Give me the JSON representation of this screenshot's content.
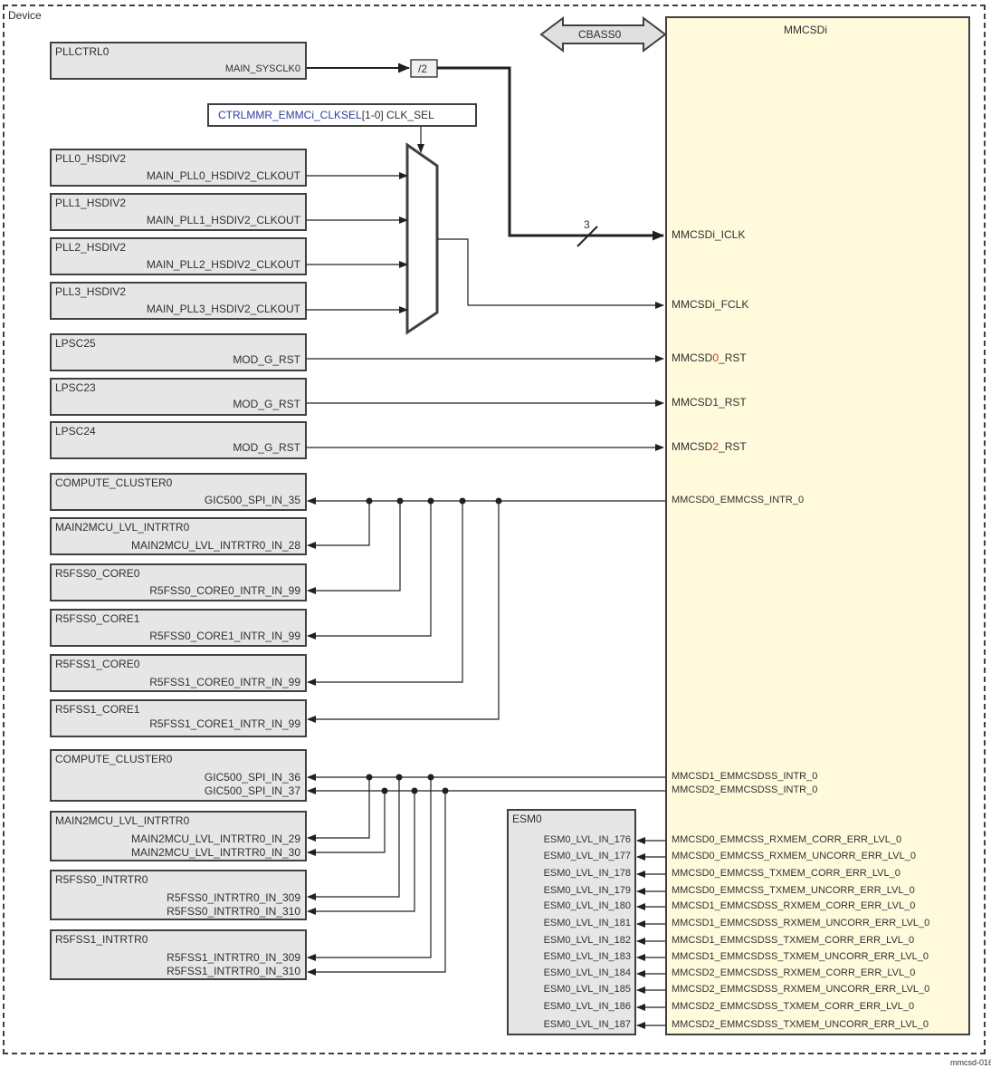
{
  "device_label": "Device",
  "footer_code": "mmcsd-016",
  "mmcsd": {
    "title": "MMCSDi"
  },
  "cbass": {
    "label": "CBASS0"
  },
  "clk_sel": {
    "reg": "CTRLMMR_EMMCi_CLKSEL",
    "bits": "[1-0] CLK_SEL"
  },
  "divider": "/2",
  "bus_width": "3",
  "pllctrl": {
    "name": "PLLCTRL0",
    "port": "MAIN_SYSCLK0"
  },
  "hsdiv": [
    {
      "name": "PLL0_HSDIV2",
      "port": "MAIN_PLL0_HSDIV2_CLKOUT"
    },
    {
      "name": "PLL1_HSDIV2",
      "port": "MAIN_PLL1_HSDIV2_CLKOUT"
    },
    {
      "name": "PLL2_HSDIV2",
      "port": "MAIN_PLL2_HSDIV2_CLKOUT"
    },
    {
      "name": "PLL3_HSDIV2",
      "port": "MAIN_PLL3_HSDIV2_CLKOUT"
    }
  ],
  "lpsc": [
    {
      "name": "LPSC25",
      "port": "MOD_G_RST"
    },
    {
      "name": "LPSC23",
      "port": "MOD_G_RST"
    },
    {
      "name": "LPSC24",
      "port": "MOD_G_RST"
    }
  ],
  "clk_inputs": {
    "iclk": "MMCSDi_ICLK",
    "fclk": "MMCSDi_FCLK"
  },
  "rst_inputs": [
    {
      "pre": "MMCSD",
      "idx": "0",
      "post": "_RST"
    },
    {
      "pre": "MMCSD",
      "idx": "1",
      "post": "_RST"
    },
    {
      "pre": "MMCSD",
      "idx": "2",
      "post": "_RST"
    }
  ],
  "group1": {
    "signal": "MMCSD0_EMMCSS_INTR_0",
    "boxes": [
      {
        "name": "COMPUTE_CLUSTER0",
        "port": "GIC500_SPI_IN_35"
      },
      {
        "name": "MAIN2MCU_LVL_INTRTR0",
        "port": "MAIN2MCU_LVL_INTRTR0_IN_28"
      },
      {
        "name": "R5FSS0_CORE0",
        "port": "R5FSS0_CORE0_INTR_IN_99"
      },
      {
        "name": "R5FSS0_CORE1",
        "port": "R5FSS0_CORE1_INTR_IN_99"
      },
      {
        "name": "R5FSS1_CORE0",
        "port": "R5FSS1_CORE0_INTR_IN_99"
      },
      {
        "name": "R5FSS1_CORE1",
        "port": "R5FSS1_CORE1_INTR_IN_99"
      }
    ]
  },
  "group2": {
    "signals": [
      "MMCSD1_EMMCSDSS_INTR_0",
      "MMCSD2_EMMCSDSS_INTR_0"
    ],
    "boxes": [
      {
        "name": "COMPUTE_CLUSTER0",
        "ports": [
          "GIC500_SPI_IN_36",
          "GIC500_SPI_IN_37"
        ]
      },
      {
        "name": "MAIN2MCU_LVL_INTRTR0",
        "ports": [
          "MAIN2MCU_LVL_INTRTR0_IN_29",
          "MAIN2MCU_LVL_INTRTR0_IN_30"
        ]
      },
      {
        "name": "R5FSS0_INTRTR0",
        "ports": [
          "R5FSS0_INTRTR0_IN_309",
          "R5FSS0_INTRTR0_IN_310"
        ]
      },
      {
        "name": "R5FSS1_INTRTR0",
        "ports": [
          "R5FSS1_INTRTR0_IN_309",
          "R5FSS1_INTRTR0_IN_310"
        ]
      }
    ]
  },
  "esm": {
    "name": "ESM0",
    "rows": [
      {
        "port": "ESM0_LVL_IN_176",
        "signal": "MMCSD0_EMMCSS_RXMEM_CORR_ERR_LVL_0"
      },
      {
        "port": "ESM0_LVL_IN_177",
        "signal": "MMCSD0_EMMCSS_RXMEM_UNCORR_ERR_LVL_0"
      },
      {
        "port": "ESM0_LVL_IN_178",
        "signal": "MMCSD0_EMMCSS_TXMEM_CORR_ERR_LVL_0"
      },
      {
        "port": "ESM0_LVL_IN_179",
        "signal": "MMCSD0_EMMCSS_TXMEM_UNCORR_ERR_LVL_0"
      },
      {
        "port": "ESM0_LVL_IN_180",
        "signal": "MMCSD1_EMMCSDSS_RXMEM_CORR_ERR_LVL_0"
      },
      {
        "port": "ESM0_LVL_IN_181",
        "signal": "MMCSD1_EMMCSDSS_RXMEM_UNCORR_ERR_LVL_0"
      },
      {
        "port": "ESM0_LVL_IN_182",
        "signal": "MMCSD1_EMMCSDSS_TXMEM_CORR_ERR_LVL_0"
      },
      {
        "port": "ESM0_LVL_IN_183",
        "signal": "MMCSD1_EMMCSDSS_TXMEM_UNCORR_ERR_LVL_0"
      },
      {
        "port": "ESM0_LVL_IN_184",
        "signal": "MMCSD2_EMMCSDSS_RXMEM_CORR_ERR_LVL_0"
      },
      {
        "port": "ESM0_LVL_IN_185",
        "signal": "MMCSD2_EMMCSDSS_RXMEM_UNCORR_ERR_LVL_0"
      },
      {
        "port": "ESM0_LVL_IN_186",
        "signal": "MMCSD2_EMMCSDSS_TXMEM_CORR_ERR_LVL_0"
      },
      {
        "port": "ESM0_LVL_IN_187",
        "signal": "MMCSD2_EMMCSDSS_TXMEM_UNCORR_ERR_LVL_0"
      }
    ]
  },
  "colors": {
    "line": "#202020",
    "box_fill": "#e6e6e6",
    "mmcsd_fill": "#fffadc",
    "highlight": "#c0392b",
    "reg_text": "#2c3e9e"
  }
}
